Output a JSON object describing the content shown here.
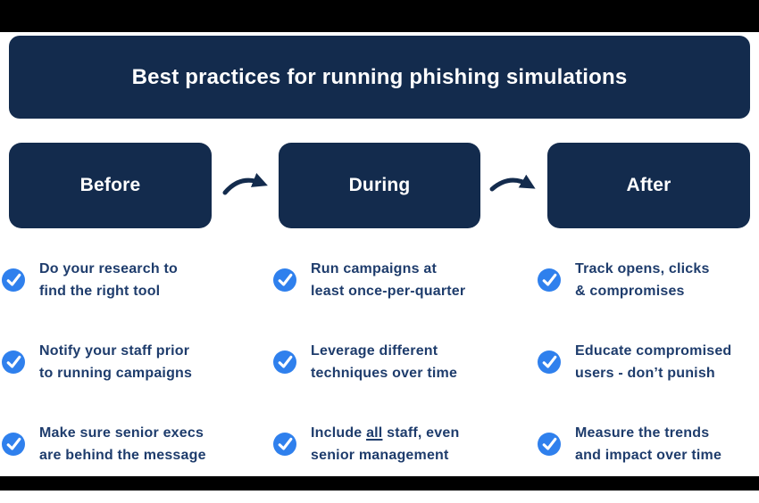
{
  "colors": {
    "navy_box": "#132b4d",
    "body_text_navy": "#1e3c6c",
    "check_blue": "#2f80ed",
    "check_mark_white": "#ffffff",
    "title_white": "#ffffff",
    "letterbox_black": "#000000",
    "background": "#ffffff"
  },
  "icons": {
    "check": "check-circle-icon",
    "arrow": "curved-arrow-icon"
  },
  "header": {
    "title": "Best practices for running phishing simulations"
  },
  "phases": [
    {
      "label": "Before"
    },
    {
      "label": "During"
    },
    {
      "label": "After"
    }
  ],
  "columns": [
    {
      "phase": "Before",
      "items": [
        {
          "lines": [
            [
              {
                "t": "Do your research to"
              }
            ],
            [
              {
                "t": "find the right tool"
              }
            ]
          ]
        },
        {
          "lines": [
            [
              {
                "t": "Notify your staff prior"
              }
            ],
            [
              {
                "t": "to running campaigns"
              }
            ]
          ]
        },
        {
          "lines": [
            [
              {
                "t": "Make sure senior execs"
              }
            ],
            [
              {
                "t": "are behind the message"
              }
            ]
          ]
        }
      ]
    },
    {
      "phase": "During",
      "items": [
        {
          "lines": [
            [
              {
                "t": "Run campaigns at"
              }
            ],
            [
              {
                "t": "least once-per-quarter"
              }
            ]
          ]
        },
        {
          "lines": [
            [
              {
                "t": "Leverage different"
              }
            ],
            [
              {
                "t": "techniques over time"
              }
            ]
          ]
        },
        {
          "lines": [
            [
              {
                "t": "Include "
              },
              {
                "t": "all",
                "u": true
              },
              {
                "t": " staff, even"
              }
            ],
            [
              {
                "t": "senior management"
              }
            ]
          ]
        }
      ]
    },
    {
      "phase": "After",
      "items": [
        {
          "lines": [
            [
              {
                "t": "Track opens, clicks"
              }
            ],
            [
              {
                "t": "& compromises"
              }
            ]
          ]
        },
        {
          "lines": [
            [
              {
                "t": "Educate compromised"
              }
            ],
            [
              {
                "t": "users - don’t punish"
              }
            ]
          ]
        },
        {
          "lines": [
            [
              {
                "t": "Measure the trends"
              }
            ],
            [
              {
                "t": "and impact over time"
              }
            ]
          ]
        }
      ]
    }
  ]
}
